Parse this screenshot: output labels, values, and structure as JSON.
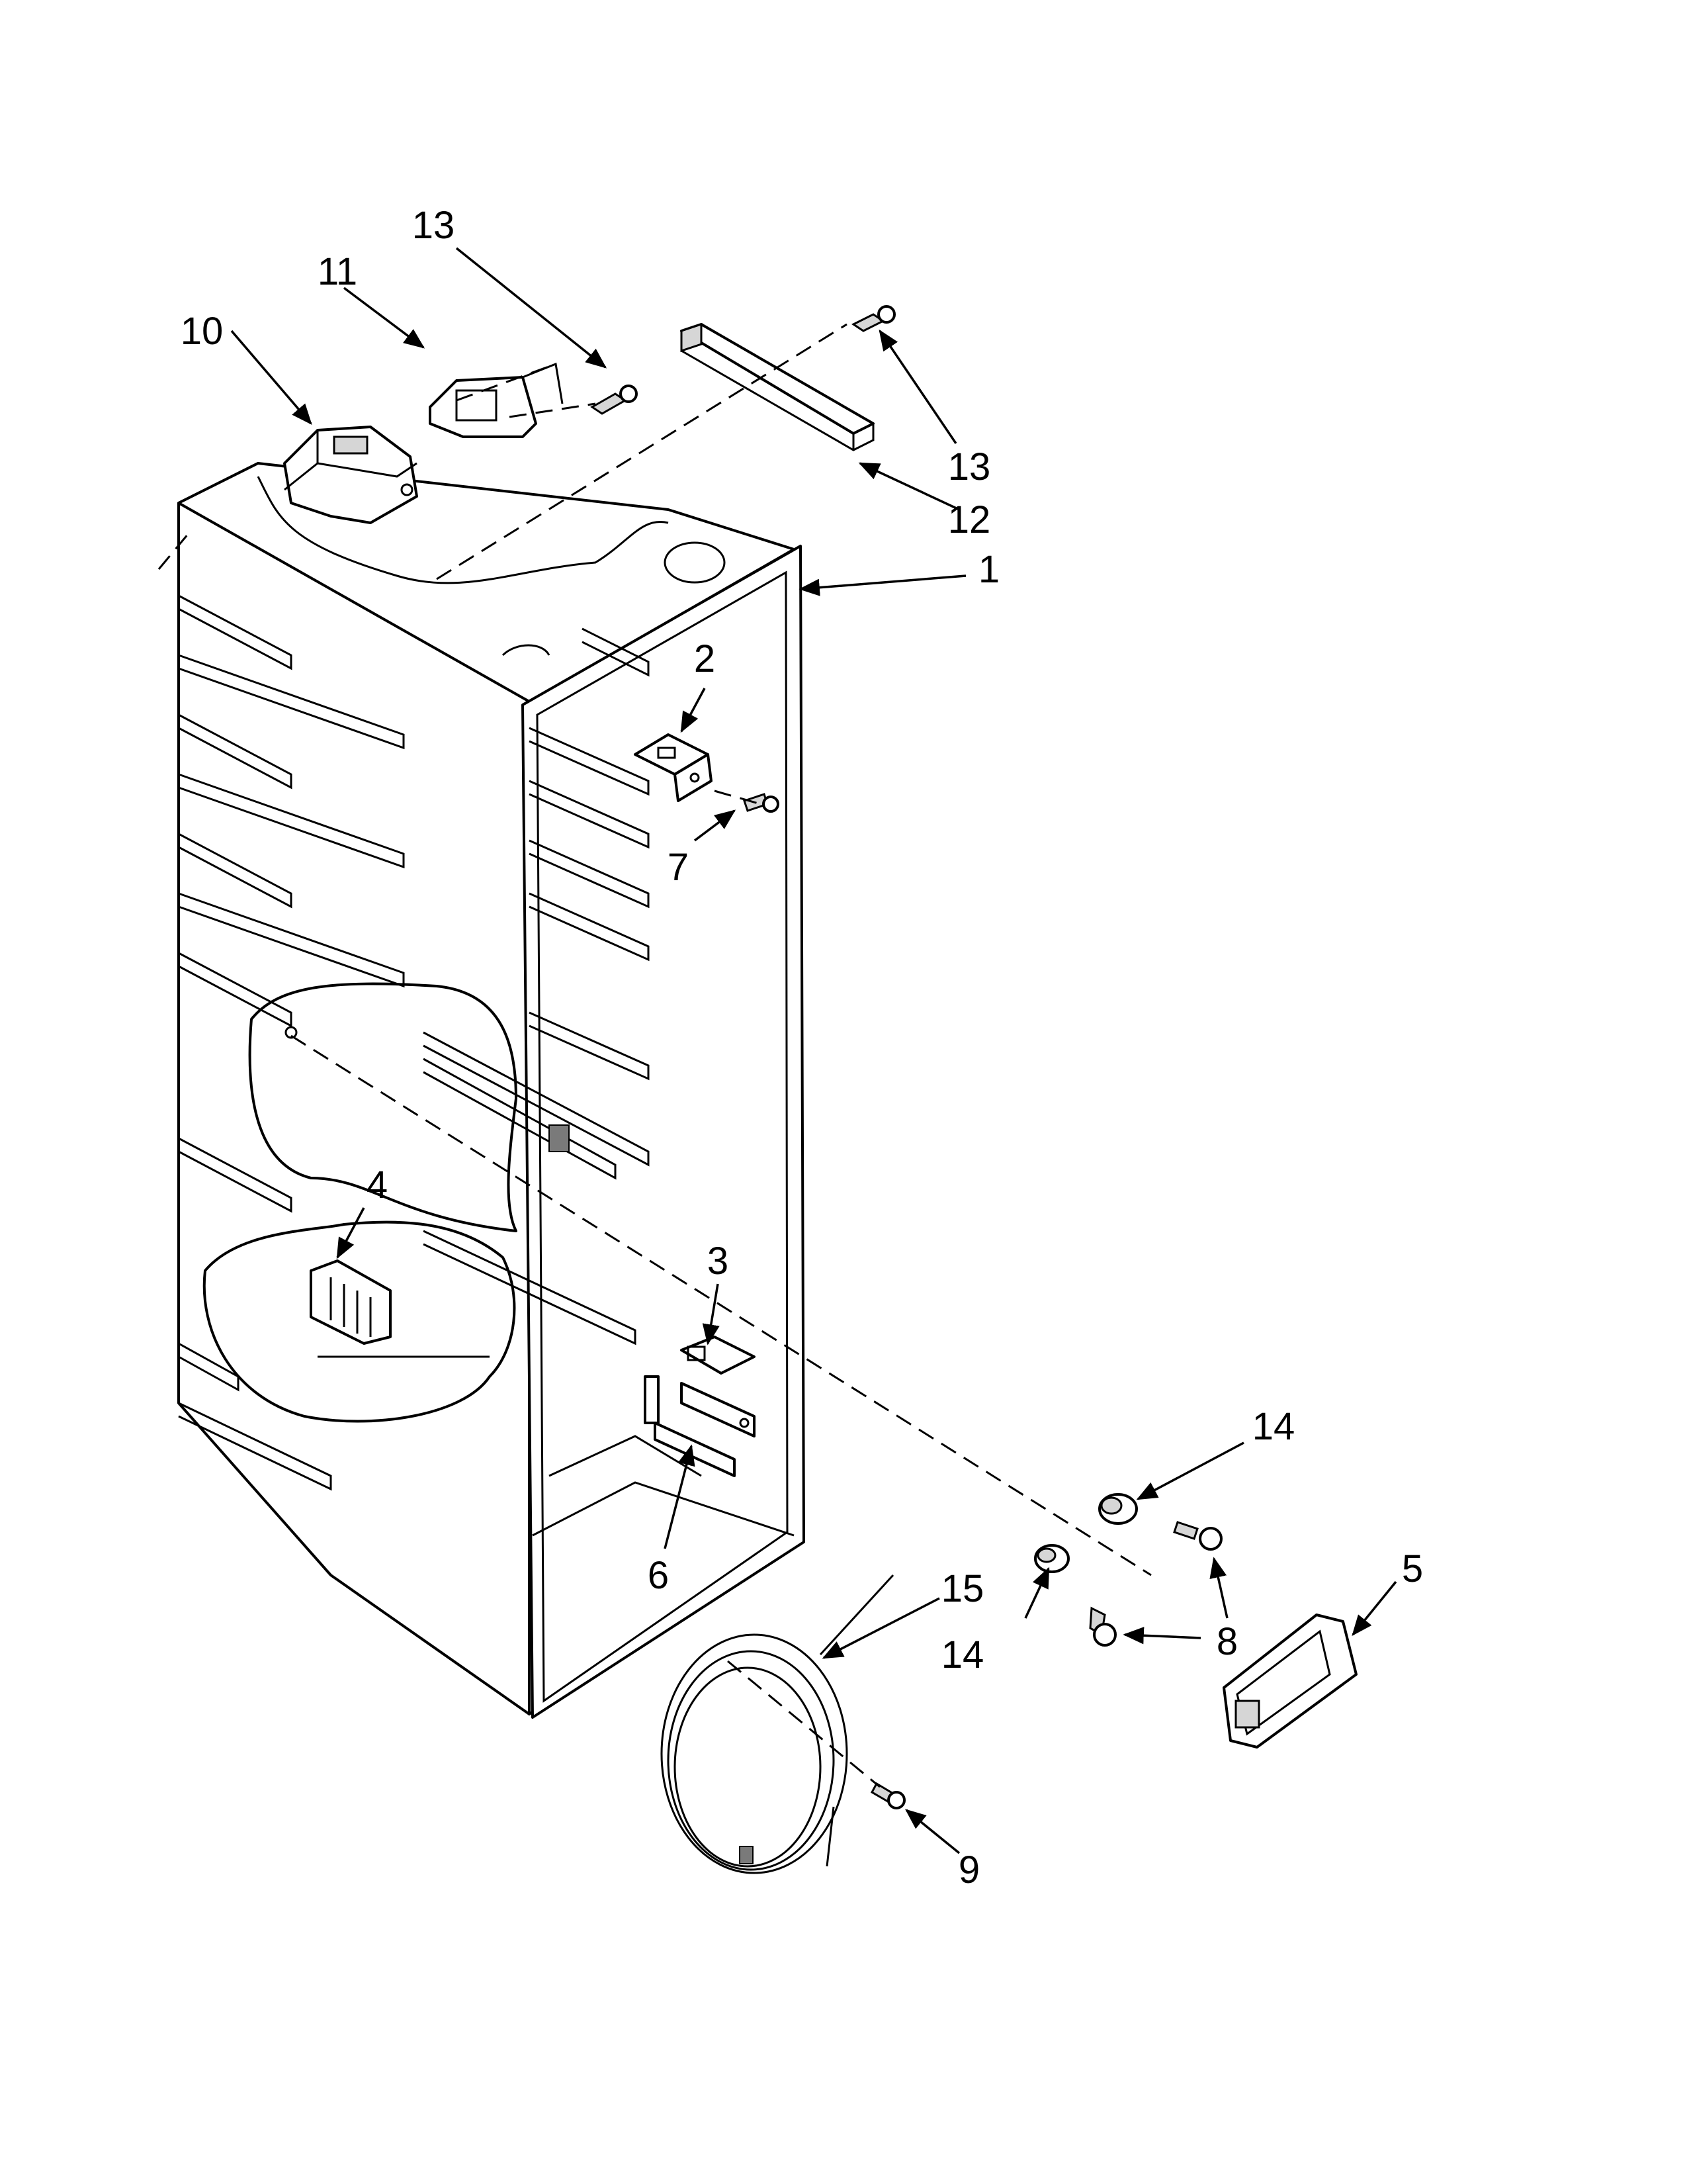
{
  "callouts": [
    {
      "label": "1",
      "part": "cabinet-liner"
    },
    {
      "label": "2",
      "part": "bracket"
    },
    {
      "label": "3",
      "part": "bracket"
    },
    {
      "label": "4",
      "part": "vent-grille"
    },
    {
      "label": "5",
      "part": "light-housing"
    },
    {
      "label": "6",
      "part": "bracket"
    },
    {
      "label": "7",
      "part": "screw"
    },
    {
      "label": "8",
      "part": "screw"
    },
    {
      "label": "9",
      "part": "screw"
    },
    {
      "label": "10",
      "part": "control-housing"
    },
    {
      "label": "11",
      "part": "bracket"
    },
    {
      "label": "12",
      "part": "rail"
    },
    {
      "label": "13",
      "part": "screw"
    },
    {
      "label": "13",
      "part": "screw"
    },
    {
      "label": "14",
      "part": "grommet"
    },
    {
      "label": "14",
      "part": "grommet"
    },
    {
      "label": "15",
      "part": "tube"
    }
  ]
}
